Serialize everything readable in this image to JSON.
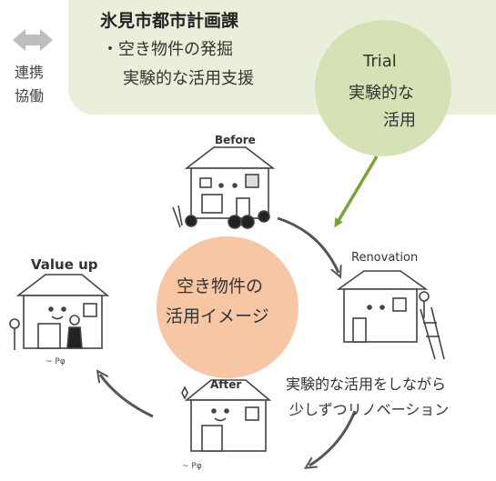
{
  "department": {
    "title": "氷見市都市計画課",
    "line1": "・空き物件の発掘",
    "line2": "実験的な活用支援"
  },
  "collaboration": {
    "line1": "連携",
    "line2": "協働",
    "icon": "double-arrow-icon"
  },
  "trial": {
    "line1": "Trial",
    "line2": "実験的な",
    "line3": "活用"
  },
  "center": {
    "line1": "空き物件の",
    "line2": "活用イメージ"
  },
  "stages": {
    "before": "Before",
    "renovation": "Renovation",
    "value_up": "Value up",
    "after": "After"
  },
  "renovation_note": {
    "line1": "実験的な活用をしながら",
    "line2": "少しずつリノベーション"
  },
  "colors": {
    "panel": "#e9efda",
    "trial_circle": "#d5e2b5",
    "center_circle": "#f7c6a4",
    "green_arrow": "#7aa33a"
  }
}
